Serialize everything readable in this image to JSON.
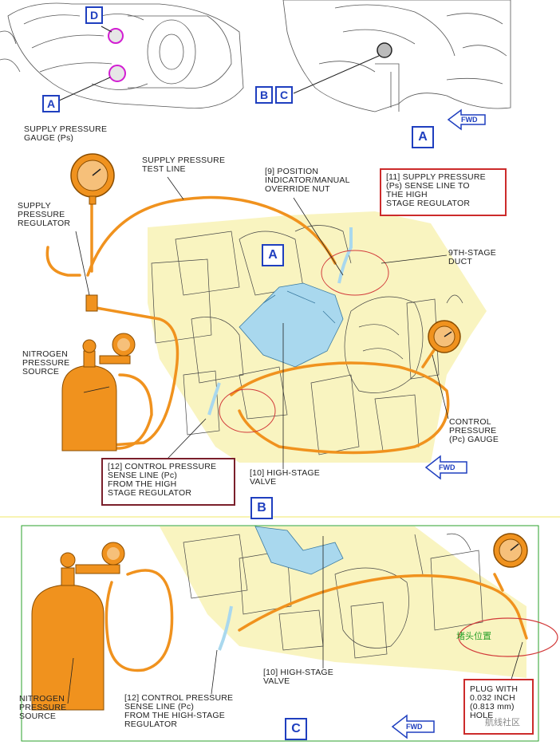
{
  "panel_top": {
    "callouts": [
      "D",
      "A",
      "B",
      "C"
    ],
    "view_label": "A",
    "fwd": "FWD"
  },
  "panel_b": {
    "supply_gauge": "SUPPLY PRESSURE\nGAUGE (Ps)",
    "supply_test_line": "SUPPLY PRESSURE\nTEST LINE",
    "supply_regulator": "SUPPLY\nPRESSURE\nREGULATOR",
    "position_indicator": "[9] POSITION\nINDICATOR/MANUAL\nOVERRIDE NUT",
    "supply_sense_line": "[11] SUPPLY PRESSURE\n(Ps) SENSE LINE TO\nTHE HIGH\nSTAGE REGULATOR",
    "ninth_stage": "9TH-STAGE\nDUCT",
    "nitrogen": "NITROGEN\nPRESSURE\nSOURCE",
    "control_gauge": "CONTROL\nPRESSURE\n(Pc) GAUGE",
    "control_sense_line": "[12] CONTROL PRESSURE\nSENSE LINE (Pc)\nFROM THE HIGH\nSTAGE REGULATOR",
    "high_stage_valve": "[10] HIGH-STAGE\nVALVE",
    "view_label_a": "A",
    "view_label_b": "B",
    "fwd": "FWD"
  },
  "panel_c": {
    "nitrogen": "NITROGEN\nPRESSURE\nSOURCE",
    "control_sense_line": "[12] CONTROL PRESSURE\nSENSE LINE (Pc)\nFROM THE HIGH-STAGE\nREGULATOR",
    "high_stage_valve": "[10] HIGH-STAGE\nVALVE",
    "plug": "PLUG WITH\n0.032 INCH\n(0.813 mm)\nHOLE",
    "chinese_note": "堵头位置",
    "view_label_c": "C",
    "fwd": "FWD",
    "watermark": "航线社区"
  },
  "colors": {
    "hose": "#f0921e",
    "hose_dark": "#c96e0a",
    "valve": "#a9d8ee",
    "highlight": "#f9f4c0",
    "label_blue": "#1f3fbf",
    "label_red": "#cc2b2b"
  }
}
